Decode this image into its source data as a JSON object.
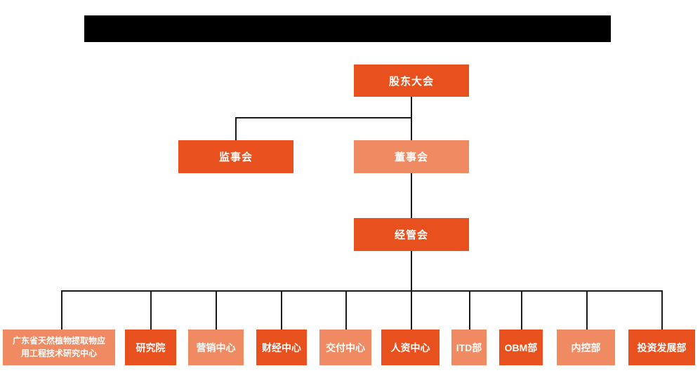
{
  "colors": {
    "dark_orange": "#e8511e",
    "light_orange": "#ef8a62",
    "connector_line": "#1a1a1a",
    "redacted_bar": "#000000",
    "background": "#ffffff",
    "node_text": "#ffffff"
  },
  "org_chart": {
    "level1": {
      "label": "股东大会",
      "variant": "dark"
    },
    "level2": [
      {
        "label": "监事会",
        "variant": "dark"
      },
      {
        "label": "董事会",
        "variant": "light"
      }
    ],
    "level3": {
      "label": "经管会",
      "variant": "dark"
    },
    "departments": [
      {
        "label": "广东省天然植物提取物应用工程技术研究中心",
        "variant": "light"
      },
      {
        "label": "研究院",
        "variant": "dark"
      },
      {
        "label": "营销中心",
        "variant": "light"
      },
      {
        "label": "财经中心",
        "variant": "dark"
      },
      {
        "label": "交付中心",
        "variant": "light"
      },
      {
        "label": "人资中心",
        "variant": "dark"
      },
      {
        "label": "ITD部",
        "variant": "light"
      },
      {
        "label": "OBM部",
        "variant": "dark"
      },
      {
        "label": "内控部",
        "variant": "light"
      },
      {
        "label": "投资发展部",
        "variant": "dark"
      }
    ]
  }
}
